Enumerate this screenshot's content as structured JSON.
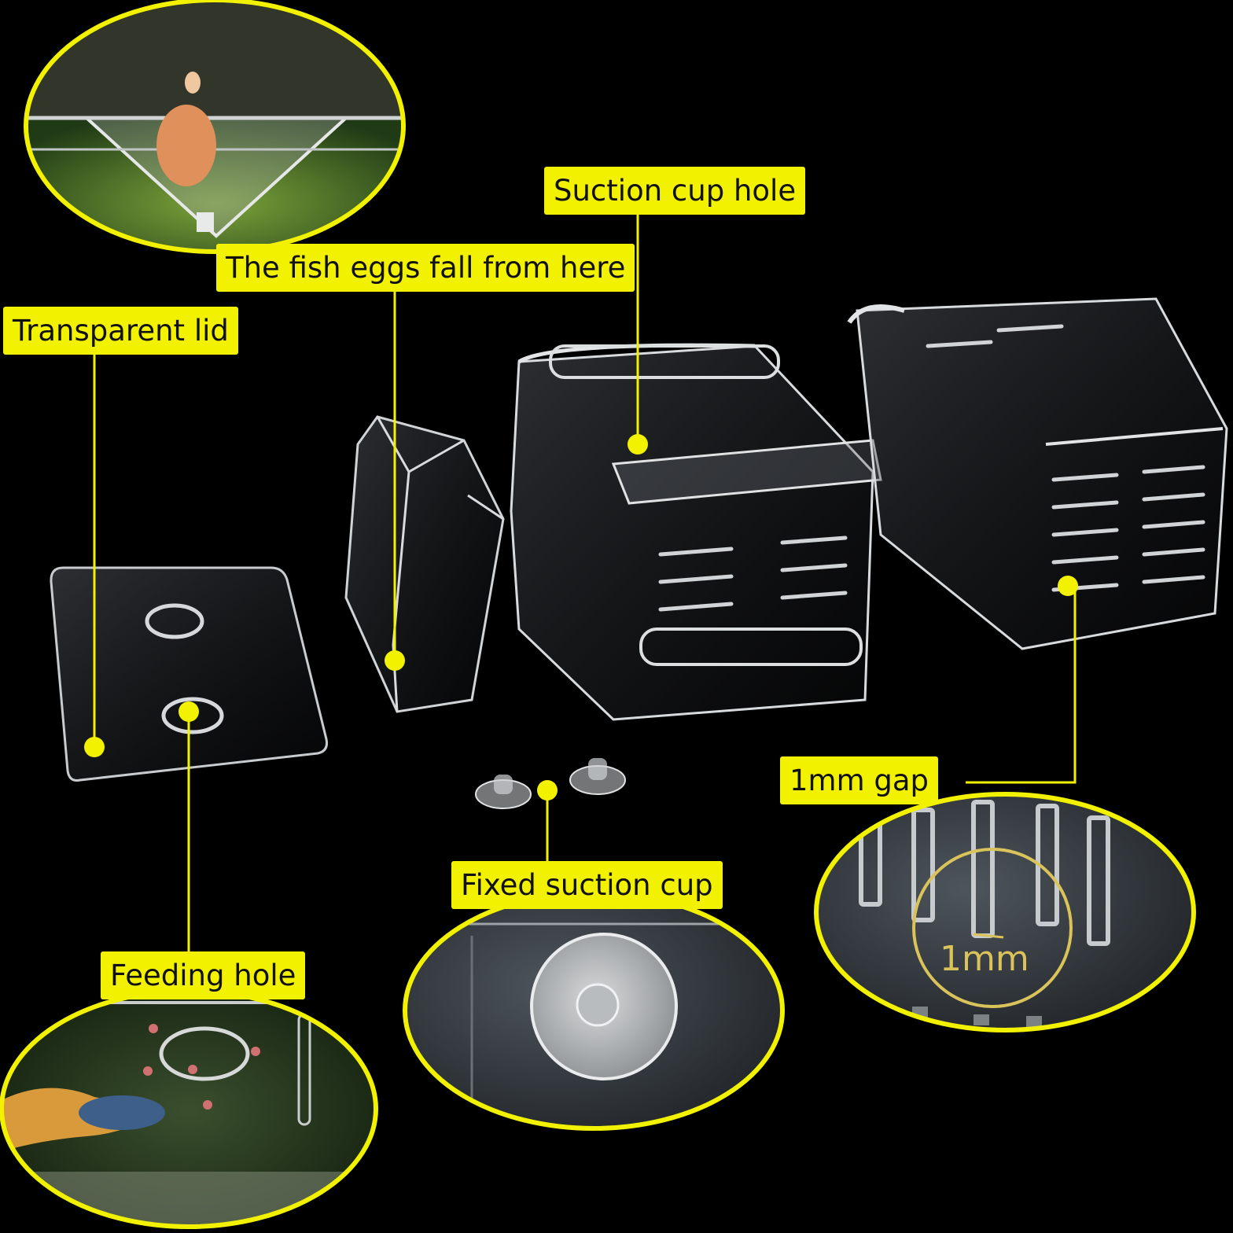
{
  "labels": {
    "suction_cup_hole": "Suction cup hole",
    "fish_eggs_fall": "The fish eggs fall from here",
    "transparent_lid": "Transparent lid",
    "gap_1mm": "1mm gap",
    "fixed_suction_cup": "Fixed suction cup",
    "feeding_hole": "Feeding hole"
  },
  "gap_inset_text": "1mm",
  "colors": {
    "background": "#000000",
    "label_bg": "#f2f200",
    "leader_line": "#f2f200",
    "marker_dot": "#f2f200"
  },
  "icons": {
    "marker": "yellow-dot"
  }
}
